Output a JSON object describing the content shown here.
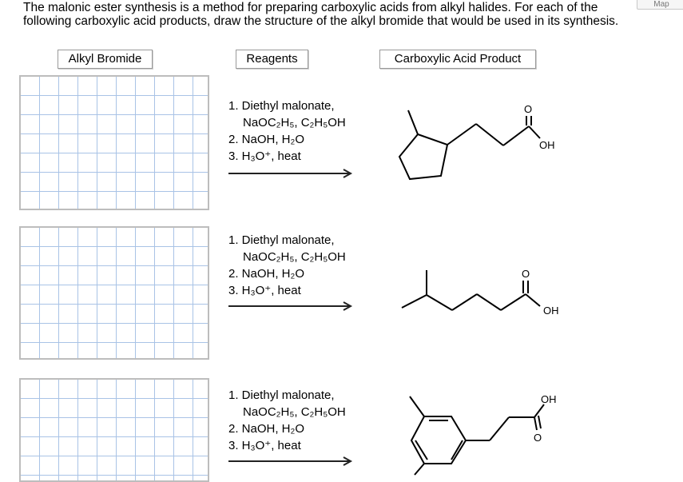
{
  "instructions": {
    "line1": "The malonic ester synthesis is a method for preparing carboxylic acids from alkyl halides. For each of the",
    "line2": "following carboxylic acid products, draw the structure of the alkyl bromide that would be used in its synthesis."
  },
  "map_button": {
    "label": "Map"
  },
  "headers": {
    "alkyl_bromide": "Alkyl Bromide",
    "reagents": "Reagents",
    "product": "Carboxylic Acid Product"
  },
  "reactions": [
    {
      "step1_a": "1. Diethyl malonate,",
      "step1_b": "NaOC₂H₅, C₂H₅OH",
      "step2": "2. NaOH, H₂O",
      "step3": "3. H₃O⁺, heat",
      "product_labels": {
        "carbonyl_o": "O",
        "hydroxyl": "OH"
      }
    },
    {
      "step1_a": "1. Diethyl malonate,",
      "step1_b": "NaOC₂H₅, C₂H₅OH",
      "step2": "2. NaOH, H₂O",
      "step3": "3. H₃O⁺, heat",
      "product_labels": {
        "carbonyl_o": "O",
        "hydroxyl": "OH"
      }
    },
    {
      "step1_a": "1. Diethyl malonate,",
      "step1_b": "NaOC₂H₅, C₂H₅OH",
      "step2": "2. NaOH, H₂O",
      "step3": "3. H₃O⁺, heat",
      "product_labels": {
        "carbonyl_o": "O",
        "hydroxyl": "OH"
      }
    }
  ]
}
